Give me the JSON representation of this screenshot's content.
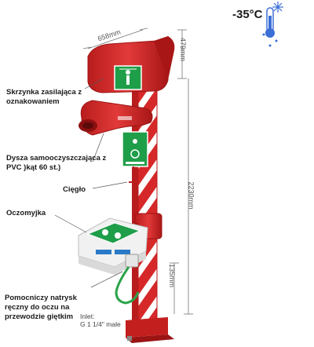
{
  "temperature": {
    "label": "-35°C",
    "icons": [
      "thermometer-icon",
      "snowflake-icon"
    ],
    "accent_color": "#3b6fd6"
  },
  "dimensions": {
    "width_label": "658mm",
    "top_height_label": "479mm",
    "total_height_label": "2230mm",
    "base_height_label": "135mm"
  },
  "callouts": {
    "box_line1": "Skrzynka zasilająca z",
    "box_line2": "oznakowaniem",
    "nozzle_line1": "Dysza samooczyszczająca z",
    "nozzle_line2": "PVC )kąt 60 st.)",
    "rod": "Cięgło",
    "eyewash": "Oczomyjka",
    "hand_line1": "Pomocniczy natrysk",
    "hand_line2": "ręczny do oczu na",
    "hand_line3": "przewodzie giętkim"
  },
  "inlet": {
    "line1": "Inlet:",
    "line2": "G 1 1/4\" male"
  },
  "product_colors": {
    "body": "#d62828",
    "stripe": "#ffffff",
    "sign": "#1f9e4a"
  }
}
